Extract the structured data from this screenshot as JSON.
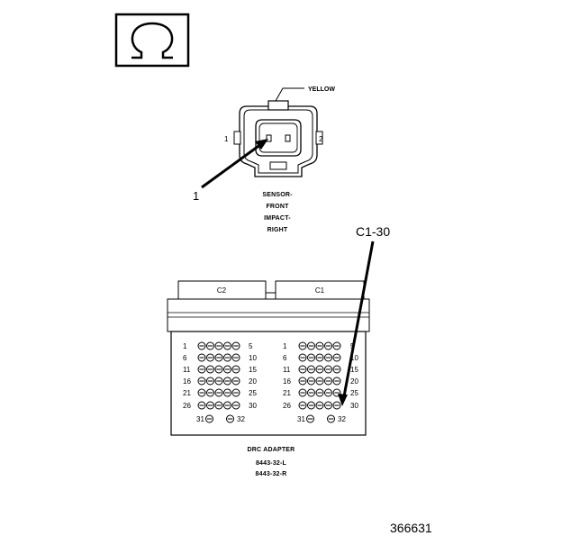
{
  "legend_symbol": "Ω",
  "sensor": {
    "color_label": "YELLOW",
    "pin_left": "1",
    "pin_right": "2",
    "callout": "1",
    "title_lines": [
      "SENSOR-",
      "FRONT",
      "IMPACT-",
      "RIGHT"
    ]
  },
  "adapter": {
    "callout": "C1-30",
    "tab_left": "C2",
    "tab_right": "C1",
    "row_labels_left": [
      "1",
      "6",
      "11",
      "16",
      "21",
      "26"
    ],
    "row_labels_right": [
      "5",
      "10",
      "15",
      "20",
      "25",
      "30"
    ],
    "bottom_left": "31",
    "bottom_right": "32",
    "caption_lines": [
      "DRC ADAPTER",
      "8443-32-L",
      "8443-32-R"
    ]
  },
  "figure_number": "366631"
}
